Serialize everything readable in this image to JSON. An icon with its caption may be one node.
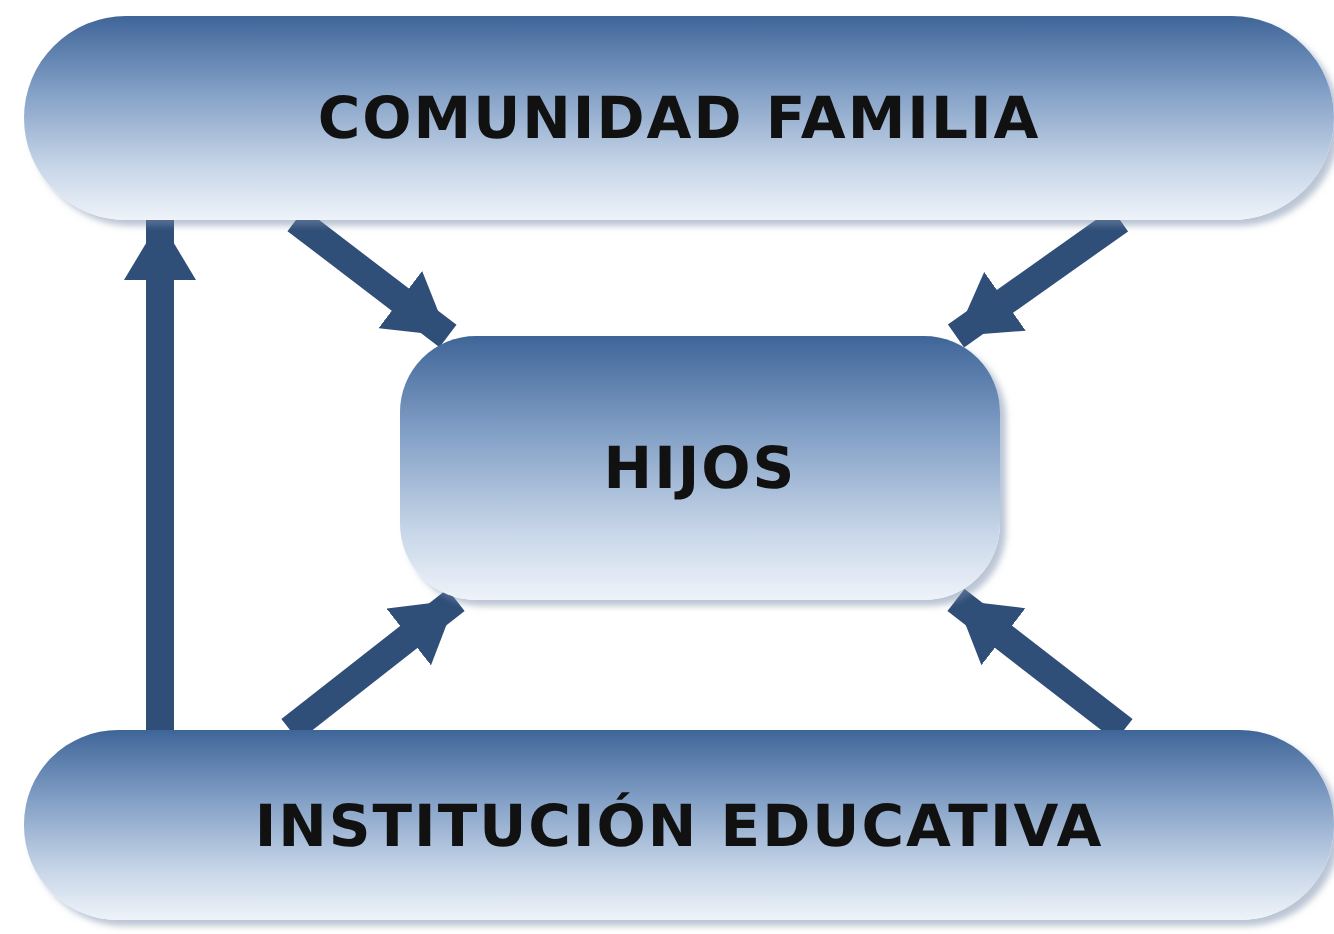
{
  "diagram": {
    "nodes": [
      {
        "text": [
          "COMUNIDAD FAMILIA"
        ]
      },
      {
        "text": [
          "HIJOS"
        ]
      },
      {
        "text": [
          "INSTITUCIÓN EDUCATIVA"
        ]
      }
    ],
    "edges": [
      {
        "from": 0,
        "to": 1,
        "arrow": "to"
      },
      {
        "from": 0,
        "to": 1,
        "arrow": "to"
      },
      {
        "from": 2,
        "to": 1,
        "arrow": "to"
      },
      {
        "from": 2,
        "to": 1,
        "arrow": "to"
      },
      {
        "from": 2,
        "to": 0,
        "arrow": "to"
      }
    ]
  }
}
